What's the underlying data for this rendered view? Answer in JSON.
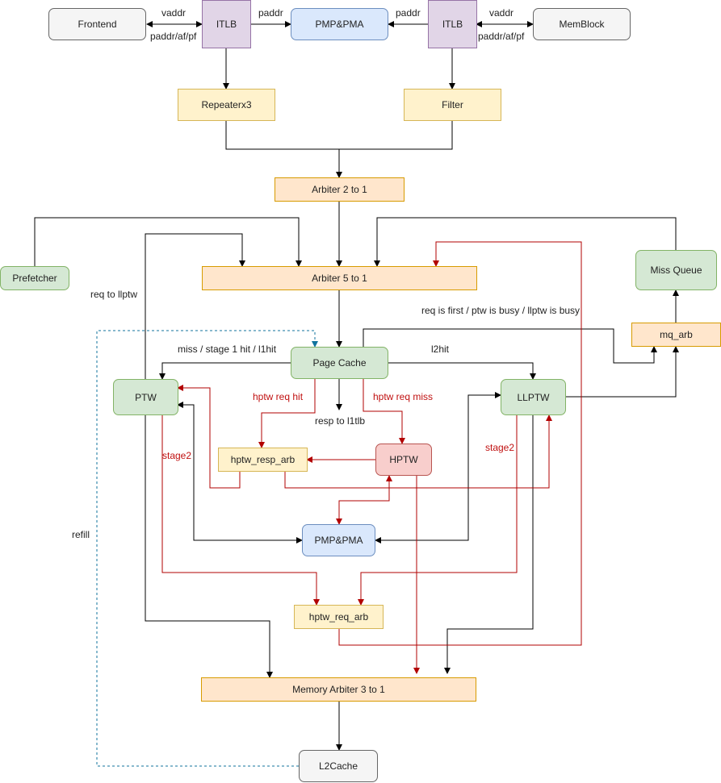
{
  "nodes": {
    "frontend": "Frontend",
    "itlb_left": "ITLB",
    "pmp_top": "PMP&PMA",
    "itlb_right": "ITLB",
    "memblock": "MemBlock",
    "repeater": "Repeaterx3",
    "filter": "Filter",
    "arbiter_2to1": "Arbiter 2 to 1",
    "prefetcher": "Prefetcher",
    "arbiter_5to1": "Arbiter 5 to 1",
    "miss_queue": "Miss Queue",
    "mq_arb": "mq_arb",
    "page_cache": "Page Cache",
    "ptw": "PTW",
    "llptw": "LLPTW",
    "hptw": "HPTW",
    "hptw_resp_arb": "hptw_resp_arb",
    "pmp_mid": "PMP&PMA",
    "hptw_req_arb": "hptw_req_arb",
    "mem_arbiter": "Memory Arbiter 3 to 1",
    "l2cache": "L2Cache"
  },
  "labels": {
    "vaddr_left": "vaddr",
    "paddr_af_pf_left": "paddr/af/pf",
    "paddr_left": "paddr",
    "paddr_right": "paddr",
    "vaddr_right": "vaddr",
    "paddr_af_pf_right": "paddr/af/pf",
    "req_to_llptw": "req to llptw",
    "req_is_first": "req is first / ptw is busy / llptw is busy",
    "miss_stage1": "miss / stage 1 hit / l1hit",
    "l2hit": "l2hit",
    "hptw_req_hit": "hptw req hit",
    "hptw_req_miss": "hptw req miss",
    "resp_to_l1tlb": "resp to l1tlb",
    "stage2_left": "stage2",
    "stage2_right": "stage2",
    "refill": "refill"
  },
  "colors": {
    "black_wire": "#000000",
    "red_wire": "#b20000",
    "blue_wire": "#10739e"
  }
}
